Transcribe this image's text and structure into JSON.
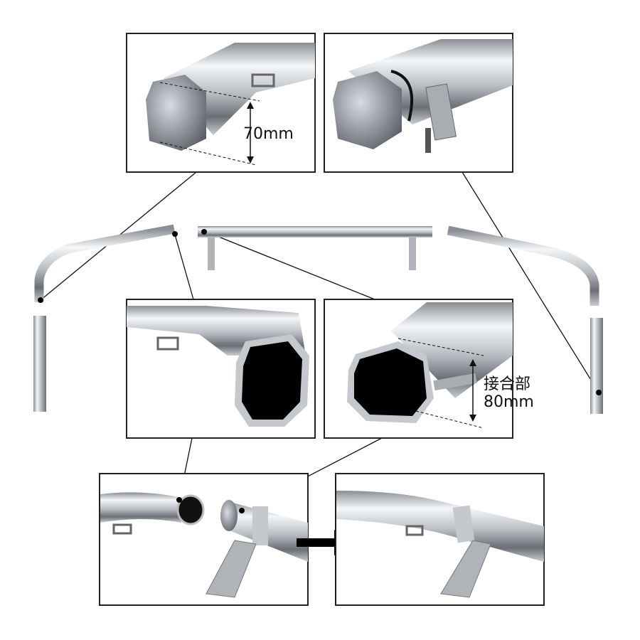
{
  "diagram": {
    "callouts": {
      "end_diameter": "70mm",
      "joint_label": "接合部",
      "joint_length": "80mm"
    },
    "panels": [
      "end-cap-detail",
      "bracket-clamp-detail",
      "open-end-detail",
      "joint-sleeve-detail",
      "before-assembly",
      "after-assembly"
    ],
    "colors": {
      "frame": "#222222",
      "chrome_light": "#f2f4f6",
      "chrome_dark": "#5a5e64",
      "arrow": "#000000"
    }
  }
}
